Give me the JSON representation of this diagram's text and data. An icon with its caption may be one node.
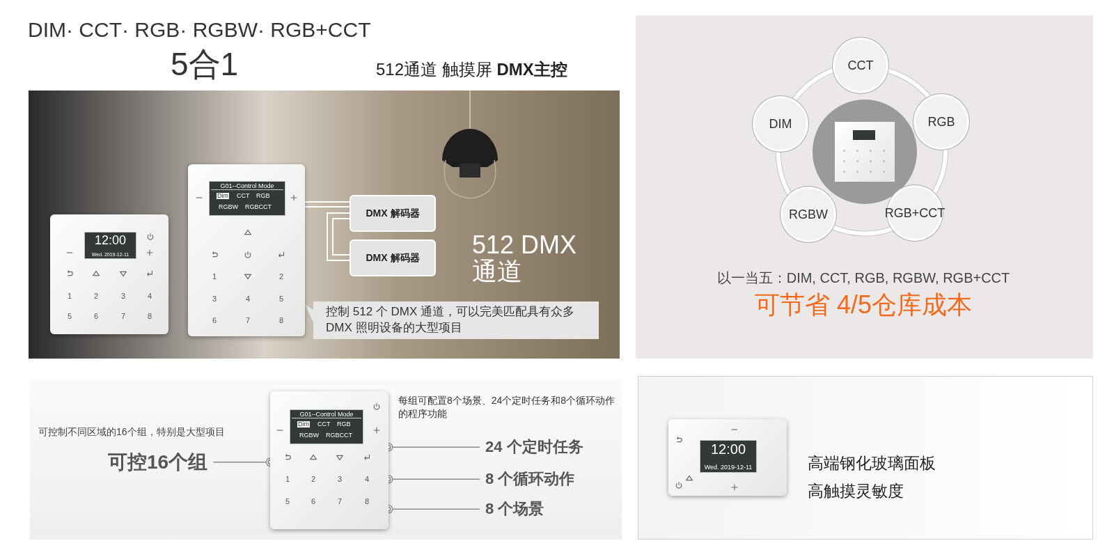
{
  "diagram": {
    "title": "DIM· CCT· RGB· RGBW· RGB+CCT",
    "nodes": [
      {
        "text": [
          "12:00",
          "Wed. 2019-12-11",
          "1",
          "2",
          "3",
          "4",
          "5",
          "6",
          "7",
          "8"
        ]
      },
      {
        "text": [
          "G01--Control Mode",
          "Dim",
          "CCT",
          "RGB",
          "RGBW",
          "RGBCCT",
          "1",
          "2",
          "3",
          "4",
          "5",
          "6",
          "7",
          "8"
        ]
      },
      {
        "text": [
          "DMX 解码器"
        ]
      },
      {
        "text": [
          "DMX 解码器"
        ]
      },
      {
        "text": [
          "控制 512 个 DMX 通道，可以完美匹配具有众多 DMX 照明设备的大型项目"
        ]
      },
      {
        "text": [
          "CCT"
        ]
      },
      {
        "text": [
          "DIM"
        ]
      },
      {
        "text": [
          "RGB"
        ]
      },
      {
        "text": [],
        "shape": "circle"
      },
      {
        "text": [],
        "shape": "picture",
        "in": 8
      },
      {
        "text": [
          "RGBW"
        ]
      },
      {
        "text": [
          "RGB+CCT"
        ]
      },
      {
        "text": [
          "G01--Control Mode",
          "Dim",
          "CCT",
          "RGB",
          "RGBW",
          "RGBCCT",
          "1",
          "2",
          "3",
          "4",
          "5",
          "6",
          "7",
          "8"
        ]
      },
      {
        "text": [
          "可控16个组"
        ]
      },
      {
        "text": [
          "24 个定时任务"
        ]
      },
      {
        "text": [
          "8 个循环动作"
        ]
      },
      {
        "text": [
          "8 个场景"
        ]
      },
      {
        "text": [
          "12:00",
          "Wed. 2019-12-11"
        ],
        "beside": [
          "高端钢化玻璃面板",
          "高触摸灵敏度"
        ]
      }
    ],
    "edges": [
      {
        "from": 1,
        "to": 2,
        "arrow": "none",
        "color": "#ffffff"
      },
      {
        "from": 2,
        "to": 3,
        "arrow": "none",
        "color": "#ffffff"
      },
      {
        "from": 4,
        "to": 1,
        "arrow": "none",
        "color": "#e6e6e6"
      },
      {
        "from": 6,
        "to": 5,
        "arrow": "none",
        "style": "thick"
      },
      {
        "from": 5,
        "to": 7,
        "arrow": "none",
        "style": "thick"
      },
      {
        "from": 7,
        "to": 11,
        "arrow": "none",
        "style": "thick"
      },
      {
        "from": 11,
        "to": 10,
        "arrow": "none",
        "style": "thick"
      },
      {
        "from": 10,
        "to": 6,
        "arrow": "none",
        "style": "thick"
      },
      {
        "from": 13,
        "to": 12,
        "arrow": "other",
        "color": "#8c8c8c"
      },
      {
        "from": 14,
        "to": 12,
        "arrow": "other",
        "color": "#8c8c8c"
      },
      {
        "from": 15,
        "to": 12,
        "arrow": "other",
        "color": "#8c8c8c"
      },
      {
        "from": 16,
        "to": 12,
        "arrow": "other",
        "color": "#8c8c8c"
      }
    ],
    "labels": [
      "5合1",
      "512通道 触摸屏 **DMX主控**",
      "512 DMX 通道",
      "以一当五：DIM, CCT, RGB, RGBW, RGB+CCT",
      "可节省 4/5仓库成本",
      "可控制不同区域的16个组，特别是大型项目",
      "每组可配置8个场景、24个定时任务和8个循环动作的程序功能"
    ]
  }
}
